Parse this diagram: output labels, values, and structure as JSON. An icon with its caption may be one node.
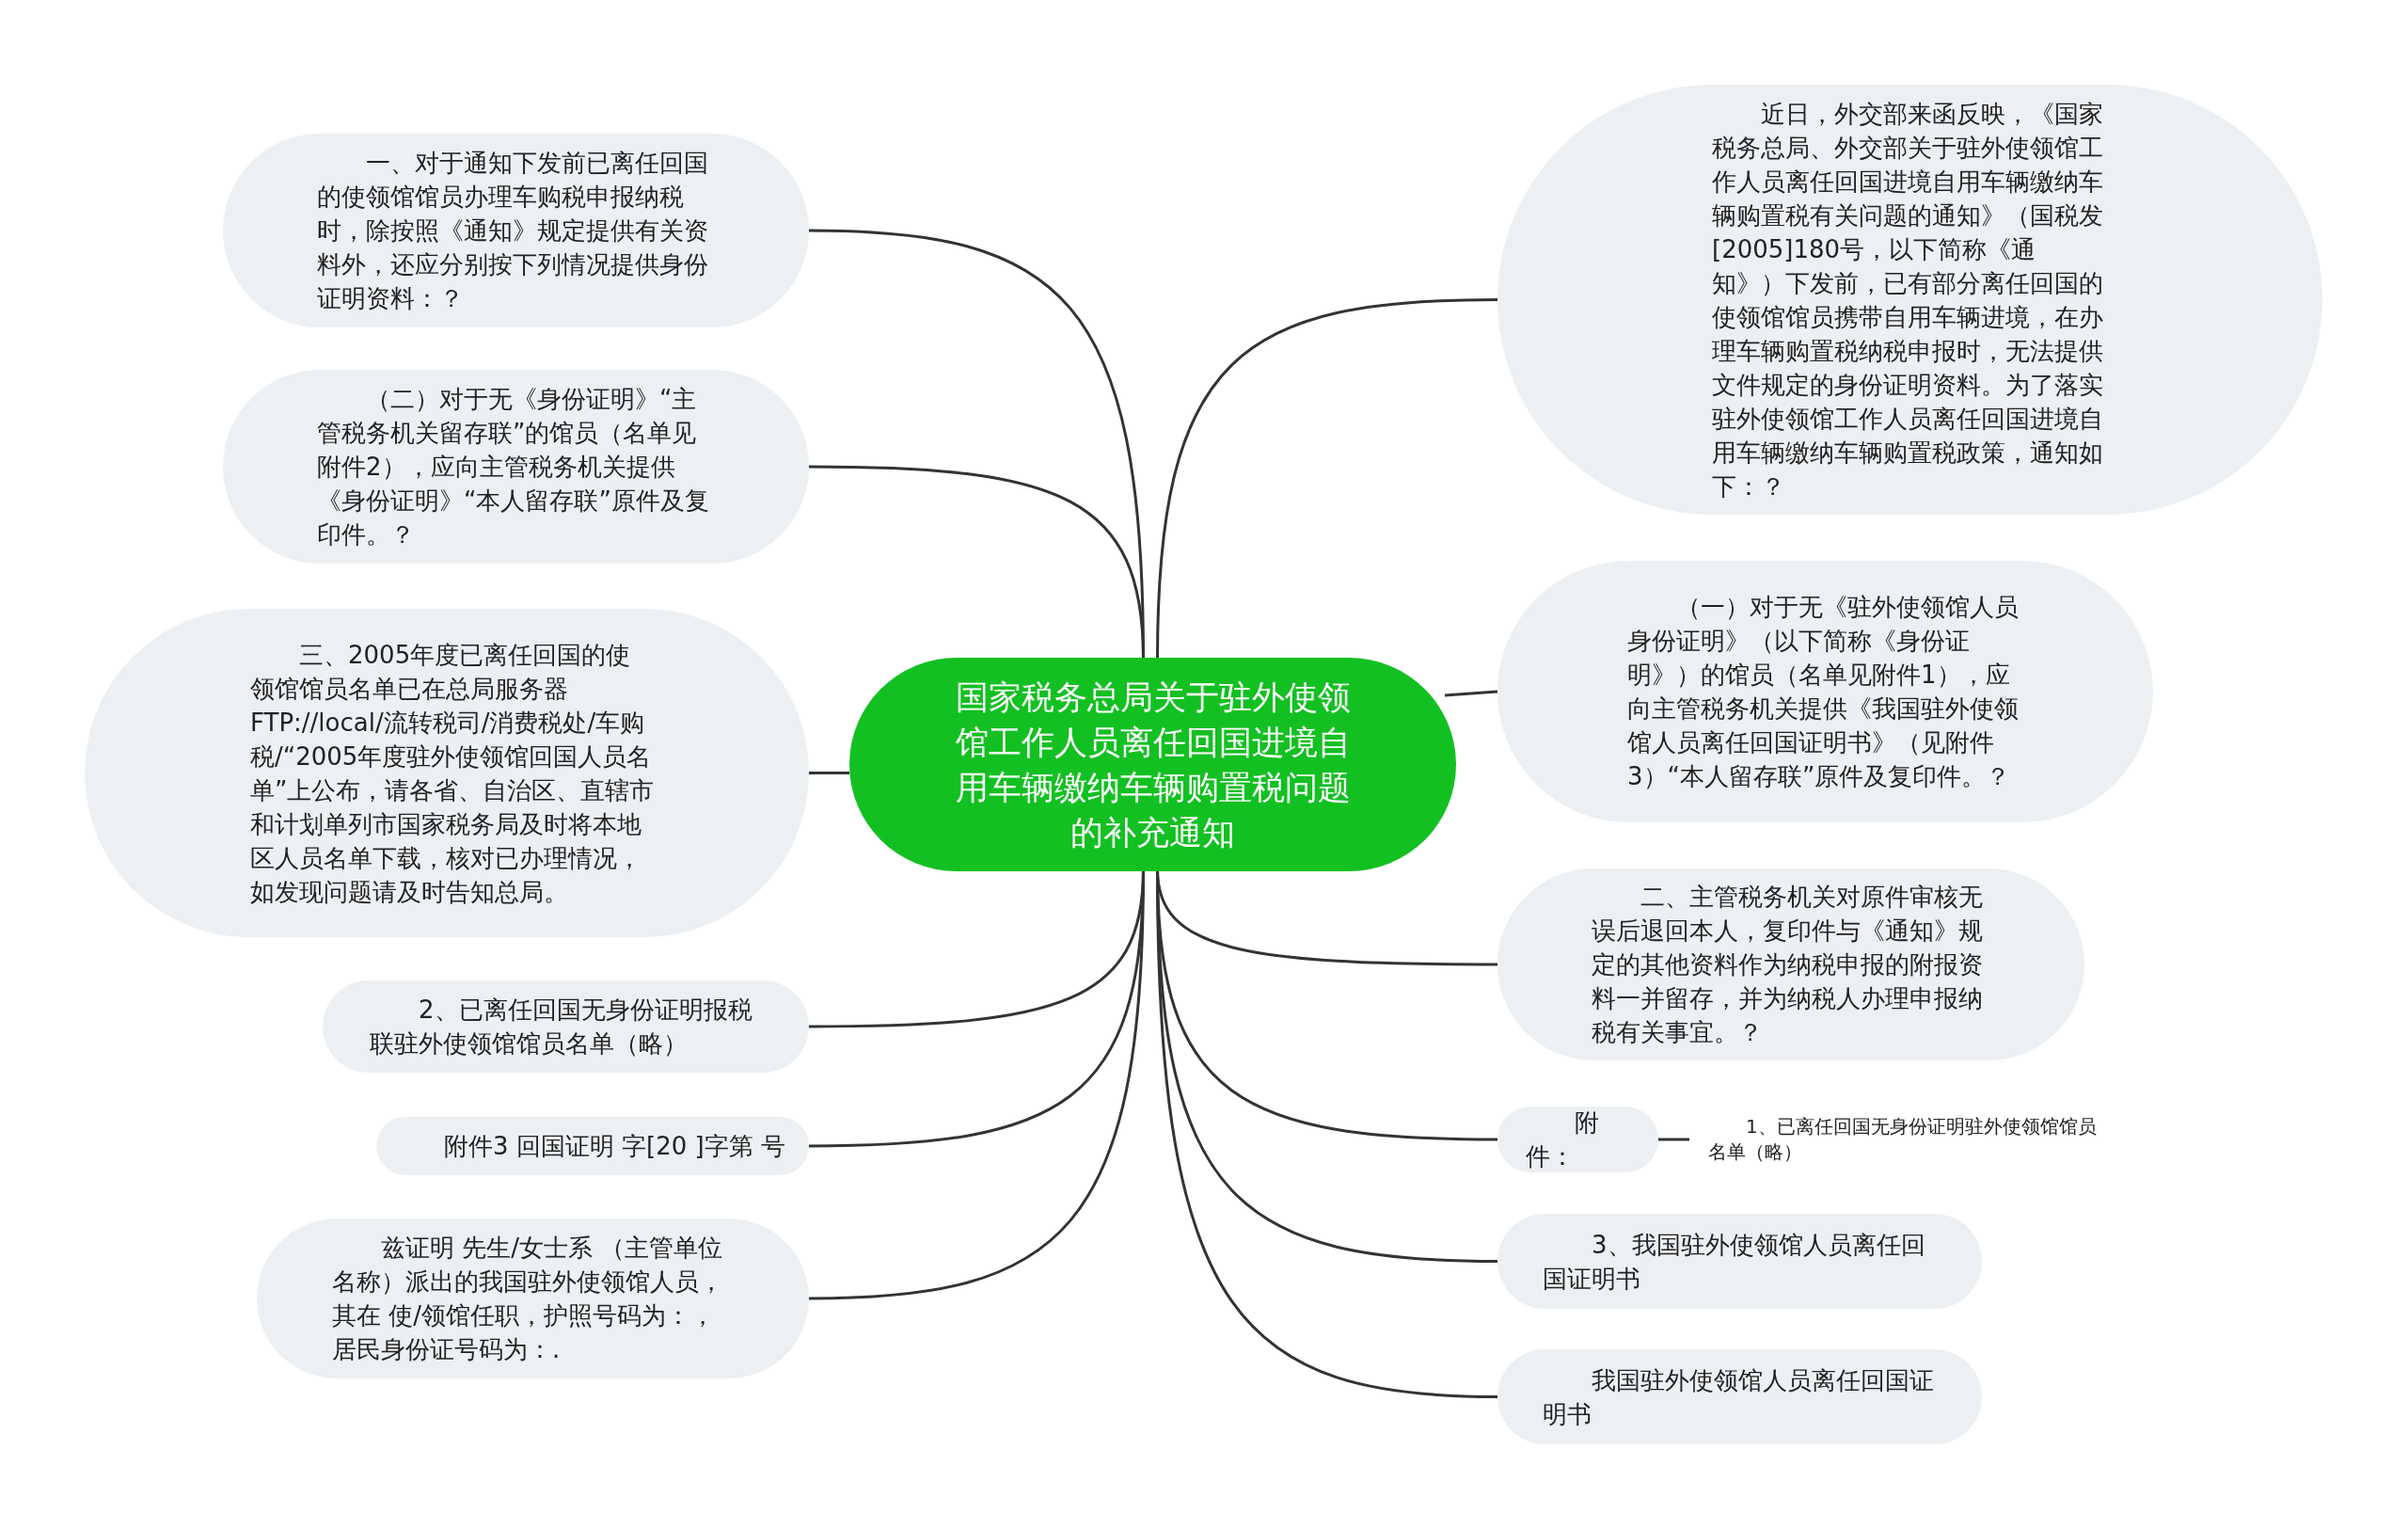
{
  "diagram": {
    "nodes": [
      {
        "text": [
          "国家税务总局关于驻外使领馆工作人员离任回国进境自用车辆缴纳车辆购置税问题的补充通知"
        ]
      },
      {
        "text": [
          "一、对于通知下发前已离任回国的使领馆馆员办理车购税申报纳税时，除按照《通知》规定提供有关资料外，还应分别按下列情况提供身份证明资料：？"
        ]
      },
      {
        "text": [
          "（二）对于无《身份证明》“主管税务机关留存联”的馆员（名单见附件2），应向主管税务机关提供《身份证明》“本人留存联”原件及复印件。？"
        ]
      },
      {
        "text": [
          "三、2005年度已离任回国的使领馆馆员名单已在总局服务器FTP://local/流转税司/消费税处/车购税/“2005年度驻外使领馆回国人员名单”上公布，请各省、自治区、直辖市和计划单列市国家税务局及时将本地区人员名单下载，核对已办理情况，如发现问题请及时告知总局。"
        ]
      },
      {
        "text": [
          "2、已离任回国无身份证明报税联驻外使领馆馆员名单（略）"
        ]
      },
      {
        "text": [
          "附件3 回国证明 字[20 ]字第 号"
        ]
      },
      {
        "text": [
          "兹证明 先生/女士系 （主管单位名称）派出的我国驻外使领馆人员，其在 使/领馆任职，护照号码为：，居民身份证号码为：."
        ]
      },
      {
        "text": [
          "近日，外交部来函反映，《国家税务总局、外交部关于驻外使领馆工作人员离任回国进境自用车辆缴纳车辆购置税有关问题的通知》（国税发[2005]180号，以下简称《通知》）下发前，已有部分离任回国的使领馆馆员携带自用车辆进境，在办理车辆购置税纳税申报时，无法提供文件规定的身份证明资料。为了落实驻外使领馆工作人员离任回国进境自用车辆缴纳车辆购置税政策，通知如下：？"
        ]
      },
      {
        "text": [
          "（一）对于无《驻外使领馆人员身份证明》（以下简称《身份证明》）的馆员（名单见附件1），应向主管税务机关提供《我国驻外使领馆人员离任回国证明书》（见附件3）“本人留存联”原件及复印件。？"
        ]
      },
      {
        "text": [
          "二、主管税务机关对原件审核无误后退回本人，复印件与《通知》规定的其他资料作为纳税申报的附报资料一并留存，并为纳税人办理申报纳税有关事宜。？"
        ]
      },
      {
        "text": [
          "附件："
        ]
      },
      {
        "text": [
          "1、已离任回国无身份证明驻外使领馆馆员名单（略）"
        ]
      },
      {
        "text": [
          "3、我国驻外使领馆人员离任回国证明书"
        ]
      },
      {
        "text": [
          "我国驻外使领馆人员离任回国证明书"
        ]
      }
    ],
    "edges": [
      {
        "from": 0,
        "to": 1,
        "arrow": "none"
      },
      {
        "from": 0,
        "to": 2,
        "arrow": "none"
      },
      {
        "from": 0,
        "to": 3,
        "arrow": "none"
      },
      {
        "from": 0,
        "to": 4,
        "arrow": "none"
      },
      {
        "from": 0,
        "to": 5,
        "arrow": "none"
      },
      {
        "from": 0,
        "to": 6,
        "arrow": "none"
      },
      {
        "from": 0,
        "to": 7,
        "arrow": "none"
      },
      {
        "from": 0,
        "to": 8,
        "arrow": "none"
      },
      {
        "from": 0,
        "to": 9,
        "arrow": "none"
      },
      {
        "from": 0,
        "to": 10,
        "arrow": "none"
      },
      {
        "from": 10,
        "to": 11,
        "arrow": "none"
      },
      {
        "from": 0,
        "to": 12,
        "arrow": "none"
      },
      {
        "from": 0,
        "to": 13,
        "arrow": "none"
      }
    ]
  }
}
